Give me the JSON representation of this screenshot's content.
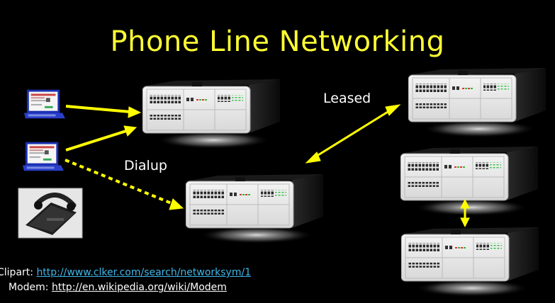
{
  "title": "Phone Line Networking",
  "labels": {
    "leased": "Leased",
    "dialup": "Dialup"
  },
  "credits": {
    "clipart_prefix": "Clipart: ",
    "clipart_url": "http://www.clker.com/search/networksym/1",
    "modem_prefix": "Modem: ",
    "modem_url": "http://en.wikipedia.org/wiki/Modem"
  },
  "colors": {
    "title": "#ffff33",
    "arrow": "#ffff00",
    "background": "#000000",
    "link": "#3fb6e8"
  },
  "icons": [
    "laptop-icon",
    "network-switch-icon",
    "modem-photo"
  ]
}
